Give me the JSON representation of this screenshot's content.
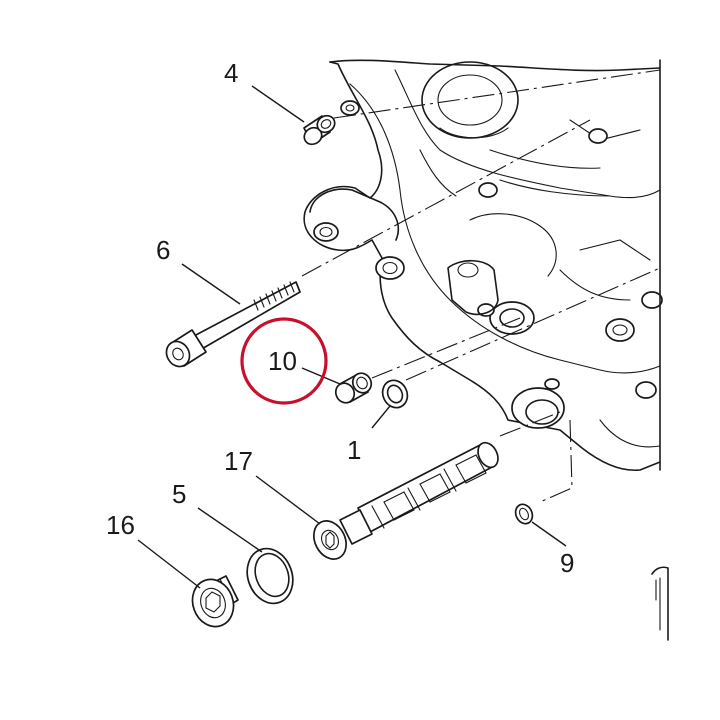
{
  "diagram": {
    "callouts": [
      {
        "id": "4",
        "label": "4"
      },
      {
        "id": "6",
        "label": "6"
      },
      {
        "id": "10",
        "label": "10"
      },
      {
        "id": "1",
        "label": "1"
      },
      {
        "id": "17",
        "label": "17"
      },
      {
        "id": "5",
        "label": "5"
      },
      {
        "id": "16",
        "label": "16"
      },
      {
        "id": "9",
        "label": "9"
      }
    ],
    "highlight": {
      "target": "10",
      "color": "#c8102e"
    },
    "line_color": "#1a1a1a"
  }
}
